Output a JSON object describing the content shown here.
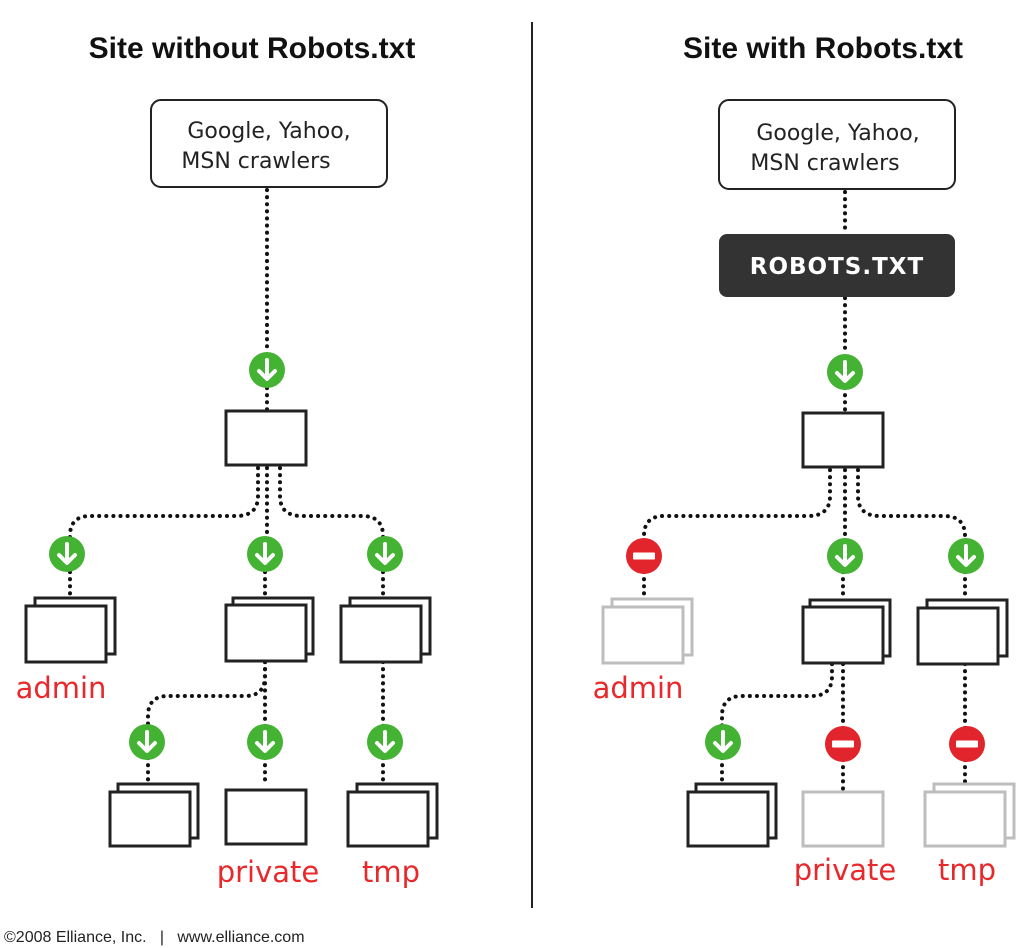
{
  "colors": {
    "allow": "#44b232",
    "block": "#e2252c",
    "label": "#e8282b",
    "box_dark": "#222222",
    "box_faded": "#bdbdbd",
    "robots_bg": "#333333"
  },
  "left": {
    "title": "Site without Robots.txt",
    "crawlers": {
      "line1": "Google, Yahoo,",
      "line2": "MSN crawlers"
    },
    "root_access": "allow-icon",
    "folders": [
      {
        "id": "admin",
        "label": "admin",
        "access": "allow-icon"
      },
      {
        "id": "middle",
        "label": "",
        "access": "allow-icon"
      },
      {
        "id": "tmp",
        "label": "tmp",
        "access": "allow-icon"
      },
      {
        "id": "sub",
        "label": "",
        "access": "allow-icon"
      },
      {
        "id": "private",
        "label": "private",
        "access": "allow-icon"
      }
    ]
  },
  "right": {
    "title": "Site with Robots.txt",
    "crawlers": {
      "line1": "Google, Yahoo,",
      "line2": "MSN crawlers"
    },
    "robots_label": "ROBOTS.TXT",
    "root_access": "allow-icon",
    "folders": [
      {
        "id": "admin",
        "label": "admin",
        "access": "block-icon"
      },
      {
        "id": "middle",
        "label": "",
        "access": "allow-icon"
      },
      {
        "id": "tmp",
        "label": "tmp",
        "access": "block-icon"
      },
      {
        "id": "sub",
        "label": "",
        "access": "allow-icon"
      },
      {
        "id": "private",
        "label": "private",
        "access": "block-icon"
      }
    ]
  },
  "footer": "©2008 Elliance, Inc.   |   www.elliance.com"
}
